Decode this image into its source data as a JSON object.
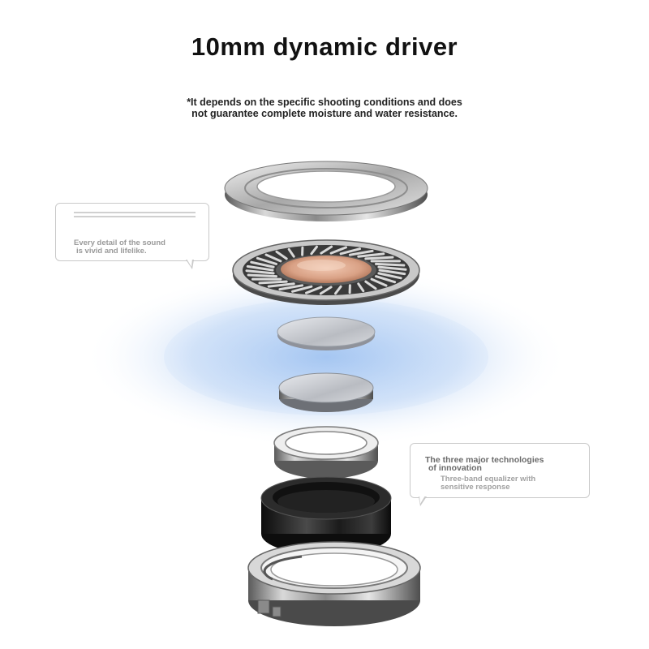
{
  "title": "10mm dynamic driver",
  "disclaimer": {
    "line1": "*It depends on the specific shooting conditions and does",
    "line2": "not guarantee complete moisture and water resistance."
  },
  "callout_left": {
    "line1": "Every detail of the sound",
    "line2": "is vivid and lifelike."
  },
  "callout_right": {
    "heading_line1": "The three major technologies",
    "heading_line2": "of innovation",
    "sub_line1": "Three-band equalizer with",
    "sub_line2": "sensitive response"
  },
  "colors": {
    "glow": "#bcd6f5",
    "metal": "#b8b8b8",
    "copper": "#d8a48a",
    "black_ring": "#1c1c1c"
  }
}
